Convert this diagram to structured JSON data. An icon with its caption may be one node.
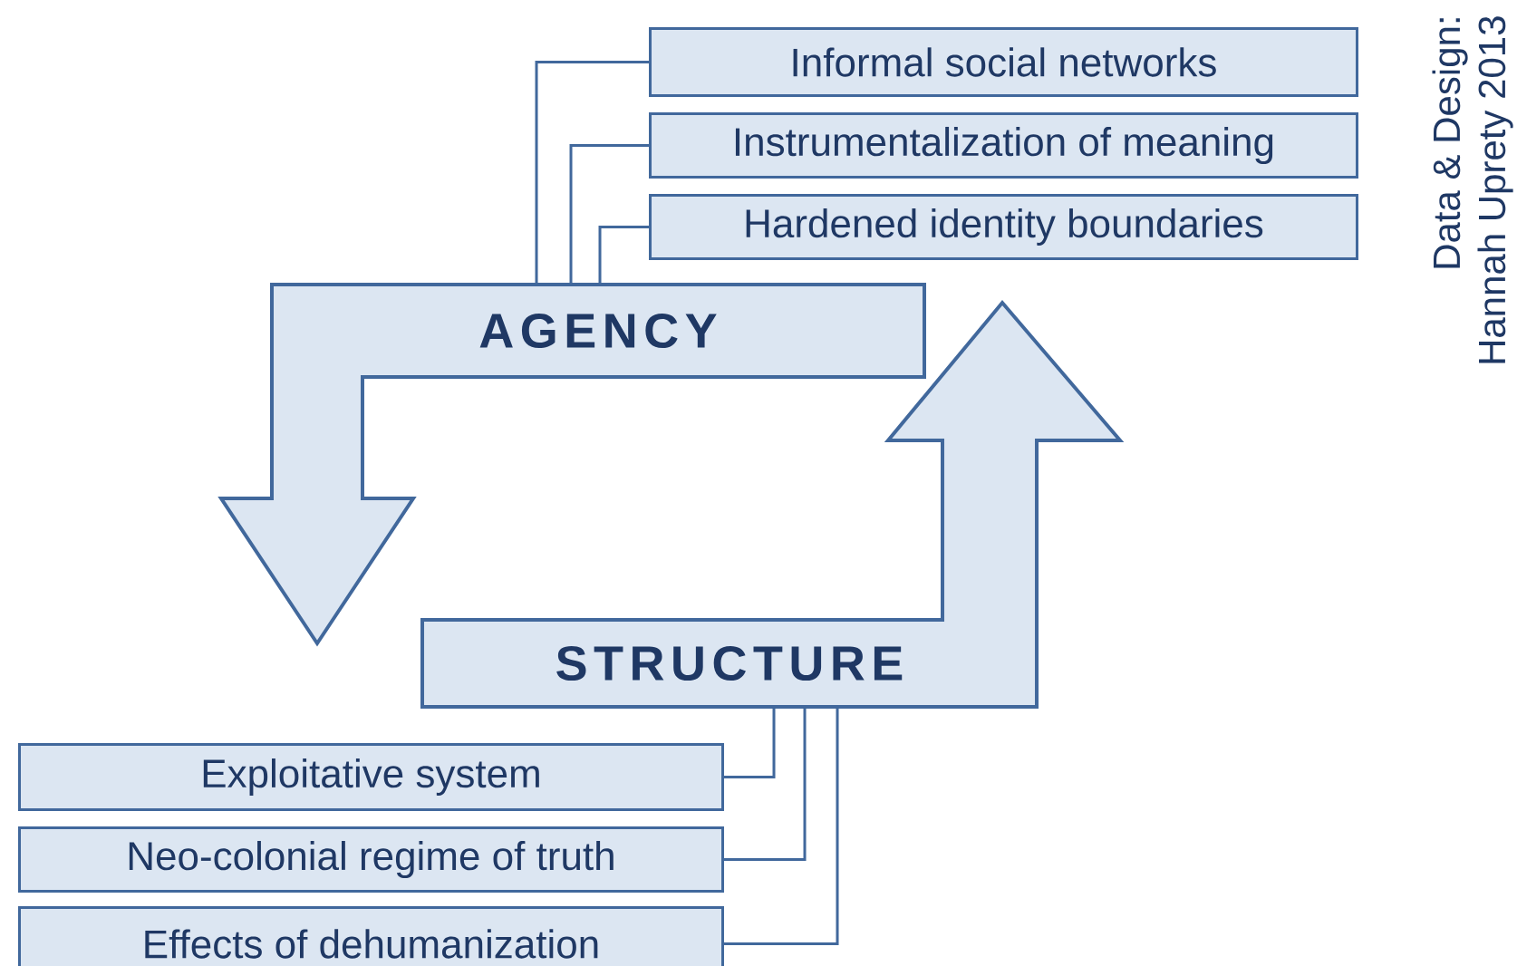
{
  "diagram": {
    "nodes": [
      {
        "text": [
          "AGENCY"
        ]
      },
      {
        "text": [
          "STRUCTURE"
        ]
      },
      {
        "text": [
          "Informal social networks"
        ]
      },
      {
        "text": [
          "Instrumentalization of meaning"
        ]
      },
      {
        "text": [
          "Hardened identity boundaries"
        ]
      },
      {
        "text": [
          "Exploitative system"
        ]
      },
      {
        "text": [
          "Neo-colonial regime of truth"
        ]
      },
      {
        "text": [
          "Effects of dehumanization"
        ]
      }
    ],
    "edges": [
      {
        "from": 2,
        "to": 0,
        "arrow": "none"
      },
      {
        "from": 3,
        "to": 0,
        "arrow": "none"
      },
      {
        "from": 4,
        "to": 0,
        "arrow": "none"
      },
      {
        "from": 5,
        "to": 1,
        "arrow": "none"
      },
      {
        "from": 6,
        "to": 1,
        "arrow": "none"
      },
      {
        "from": 7,
        "to": 1,
        "arrow": "none"
      }
    ],
    "labels": [
      "Data & Design:",
      "Hannah Uprety 2013"
    ]
  }
}
